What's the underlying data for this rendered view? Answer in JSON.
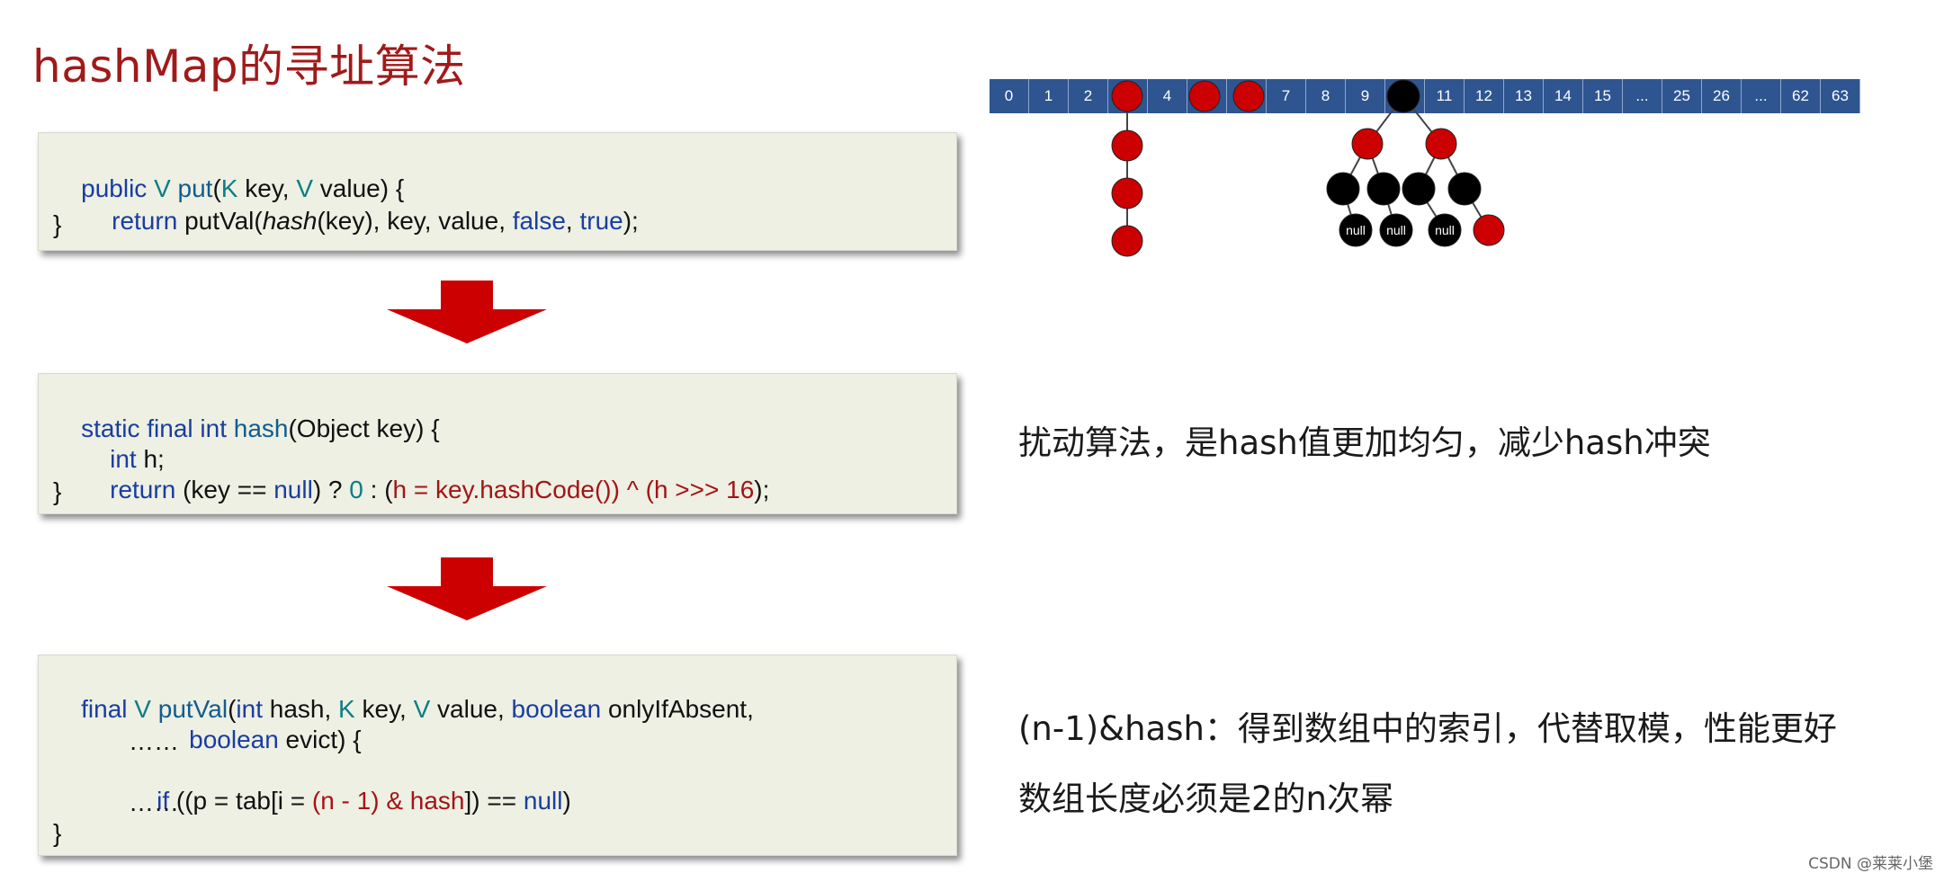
{
  "title": "hashMap的寻址算法",
  "code1": {
    "l1": [
      "public ",
      "V",
      " ",
      "put",
      "(",
      "K",
      " key, ",
      "V",
      " value) {"
    ],
    "l2": [
      "return ",
      "putVal(",
      "hash",
      "(key), key, value, ",
      "false",
      ", ",
      "true",
      ");"
    ],
    "l3": "}"
  },
  "code2": {
    "l1": [
      "static final int ",
      "hash",
      "(Object key) {"
    ],
    "l2": [
      "int",
      " h;"
    ],
    "l3": [
      "return ",
      "(key == ",
      "null",
      ") ? ",
      "0",
      " : (",
      "h = key.hashCode()) ^ (h >>> 16",
      ");"
    ],
    "l4": "}"
  },
  "code3": {
    "l1": [
      "final ",
      "V",
      " ",
      "putVal",
      "(",
      "int",
      " hash, ",
      "K",
      " key, ",
      "V",
      " value, ",
      "boolean",
      " onlyIfAbsent,"
    ],
    "l2": [
      "boolean",
      " evict) {"
    ],
    "l3": "……",
    "l4": [
      "if",
      " ((p = tab[i = ",
      "(n - 1) & hash",
      "]) == ",
      "null",
      ")"
    ],
    "l5": "……",
    "l6": "}"
  },
  "notes": {
    "perturb": "扰动算法，是hash值更加均匀，减少hash冲突",
    "index": "(n-1)&hash：得到数组中的索引，代替取模，性能更好",
    "power": "数组长度必须是2的n次幂"
  },
  "array_cells": [
    "0",
    "1",
    "2",
    "",
    "4",
    "",
    "",
    "7",
    "8",
    "9",
    "",
    "11",
    "12",
    "13",
    "14",
    "15",
    "...",
    "25",
    "26",
    "...",
    "62",
    "63"
  ],
  "tree_nodes": {
    "null_label": "null"
  },
  "colors": {
    "title": "#a01a1a",
    "array": "#2e5590",
    "red_node": "#cc0000",
    "black_node": "#000000",
    "code_bg": "#edf0e3",
    "arrow": "#cc0000"
  },
  "watermark": "CSDN @莱莱小堡"
}
